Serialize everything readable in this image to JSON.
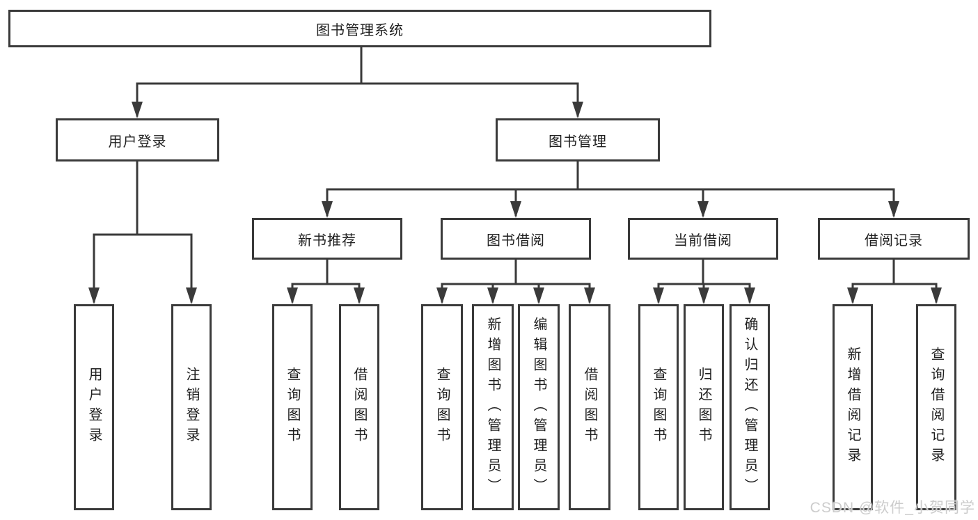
{
  "colors": {
    "background": "#ffffff",
    "line": "#3a3a3a",
    "box_border": "#3a3a3a",
    "text": "#1f1f1f",
    "watermark": "#cccccc"
  },
  "watermark": "CSDN @软件_小贺同学",
  "tree": {
    "root": {
      "label": "图书管理系统"
    },
    "level2": [
      {
        "id": "user-login",
        "label": "用户登录"
      },
      {
        "id": "book-management",
        "label": "图书管理"
      }
    ],
    "level3": [
      {
        "id": "new-book-recommend",
        "label": "新书推荐"
      },
      {
        "id": "book-borrow",
        "label": "图书借阅"
      },
      {
        "id": "current-borrow",
        "label": "当前借阅"
      },
      {
        "id": "borrow-records",
        "label": "借阅记录"
      }
    ],
    "leaves": [
      {
        "id": "user-login-leaf",
        "label": "用户登录"
      },
      {
        "id": "logout",
        "label": "注销登录"
      },
      {
        "id": "query-books-1",
        "label": "查询图书"
      },
      {
        "id": "borrow-books-1",
        "label": "借阅图书"
      },
      {
        "id": "query-books-2",
        "label": "查询图书"
      },
      {
        "id": "add-books-admin",
        "label": "新增图书（管理员）"
      },
      {
        "id": "edit-books-admin",
        "label": "编辑图书（管理员）"
      },
      {
        "id": "borrow-books-2",
        "label": "借阅图书"
      },
      {
        "id": "query-books-3",
        "label": "查询图书"
      },
      {
        "id": "return-books",
        "label": "归还图书"
      },
      {
        "id": "confirm-return-admin",
        "label": "确认归还（管理员）"
      },
      {
        "id": "add-borrow-record",
        "label": "新增借阅记录"
      },
      {
        "id": "query-borrow-record",
        "label": "查询借阅记录"
      }
    ]
  }
}
